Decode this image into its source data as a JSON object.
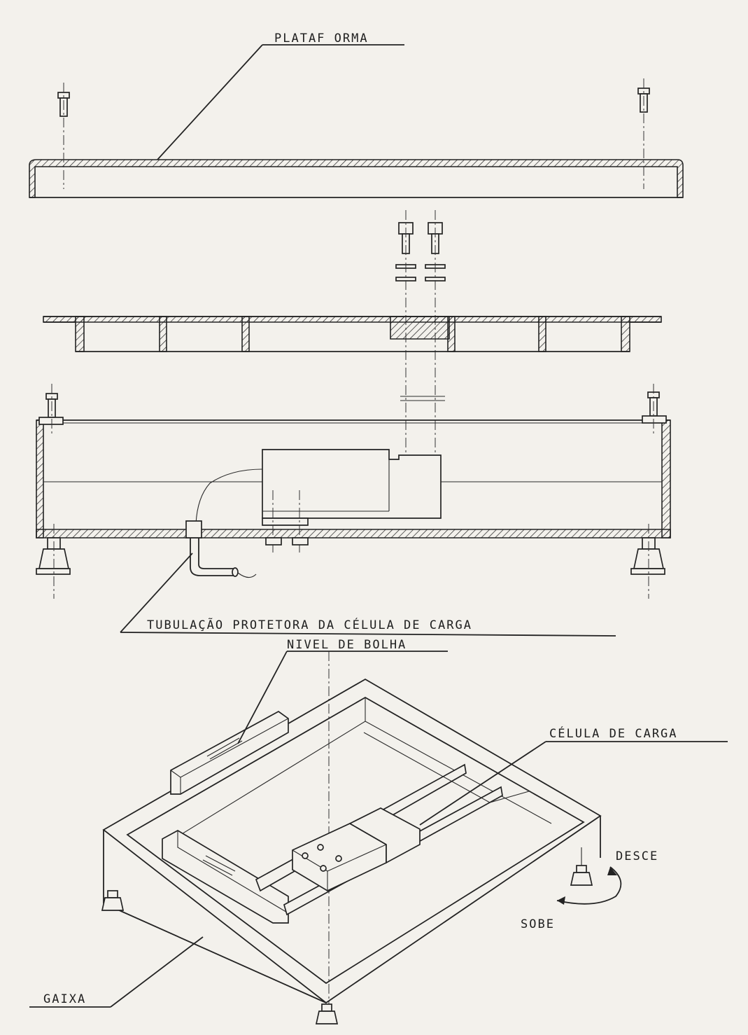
{
  "labels": {
    "plataforma": "PLATAF ORMA",
    "tubulacao": "TUBULAÇÃO PROTETORA DA CÉLULA DE CARGA",
    "nivel": "NIVEL DE BOLHA",
    "celula": "CÉLULA DE CARGA",
    "desce": "DESCE",
    "sobe": "SOBE",
    "caixa": "GAIXA"
  },
  "colors": {
    "paper": "#f3f1ec",
    "ink": "#232323"
  }
}
